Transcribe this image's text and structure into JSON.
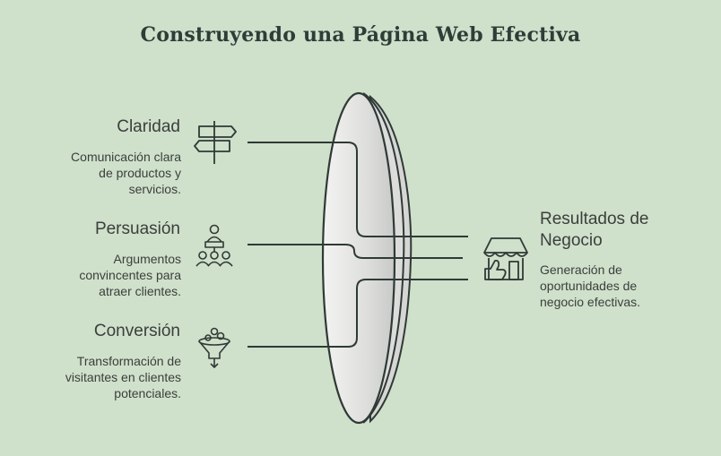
{
  "title": "Construyendo una Página Web Efectiva",
  "inputs": [
    {
      "title": "Claridad",
      "description": "Comunicación clara de productos y servicios.",
      "icon": "signpost-icon"
    },
    {
      "title": "Persuasión",
      "description": "Argumentos convincentes para atraer clientes.",
      "icon": "audience-presenter-icon"
    },
    {
      "title": "Conversión",
      "description": "Transformación de visitantes en clientes potenciales.",
      "icon": "funnel-icon"
    }
  ],
  "output": {
    "title": "Resultados de Negocio",
    "description": "Generación de oportunidades de negocio efectivas.",
    "icon": "store-thumbs-up-icon"
  },
  "colors": {
    "background": "#cfe0cb",
    "stroke": "#2f3a36",
    "lens_fill": "#e2e3e1"
  }
}
